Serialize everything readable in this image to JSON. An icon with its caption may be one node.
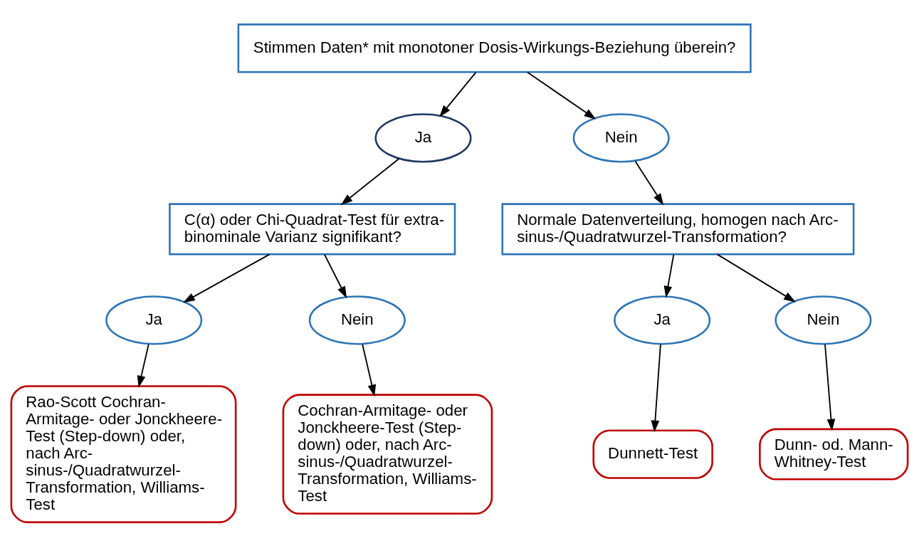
{
  "diagram": {
    "nodes": [
      {
        "text": [
          "Stimmen Daten* mit monotoner Dosis-Wirkungs-Beziehung überein?"
        ]
      },
      {
        "text": [
          "Ja"
        ]
      },
      {
        "text": [
          "Nein"
        ]
      },
      {
        "text": [
          "C(α) oder Chi-Quadrat-Test für extra-binominale Varianz signifikant?"
        ]
      },
      {
        "text": [
          "Normale Datenverteilung, homogen nach Arc-sinus-/Quadratwurzel-Transformation?"
        ]
      },
      {
        "text": [
          "Ja"
        ]
      },
      {
        "text": [
          "Nein"
        ]
      },
      {
        "text": [
          "Ja"
        ]
      },
      {
        "text": [
          "Nein"
        ]
      },
      {
        "text": [
          "Rao-Scott Cochran-Armitage- oder Jonckheere-Test (Step-down) oder, nach Arc-sinus-/Quadratwurzel-Transformation, Williams-Test"
        ]
      },
      {
        "text": [
          "Cochran-Armitage- oder Jonckheere-Test (Step-down) oder, nach Arc-sinus-/Quadratwurzel-Transformation, Williams-Test"
        ]
      },
      {
        "text": [
          "Dunnett-Test"
        ]
      },
      {
        "text": [
          "Dunn- od. Mann-Whitney-Test"
        ]
      }
    ],
    "edges": [
      {
        "from": 0,
        "to": 1,
        "arrow": "to"
      },
      {
        "from": 0,
        "to": 2,
        "arrow": "to"
      },
      {
        "from": 1,
        "to": 3,
        "arrow": "to"
      },
      {
        "from": 2,
        "to": 4,
        "arrow": "to"
      },
      {
        "from": 3,
        "to": 5,
        "arrow": "to"
      },
      {
        "from": 3,
        "to": 6,
        "arrow": "to"
      },
      {
        "from": 4,
        "to": 7,
        "arrow": "to"
      },
      {
        "from": 4,
        "to": 8,
        "arrow": "to"
      },
      {
        "from": 5,
        "to": 9,
        "arrow": "to"
      },
      {
        "from": 6,
        "to": 10,
        "arrow": "to"
      },
      {
        "from": 7,
        "to": 11,
        "arrow": "to"
      },
      {
        "from": 8,
        "to": 12,
        "arrow": "to"
      }
    ]
  }
}
